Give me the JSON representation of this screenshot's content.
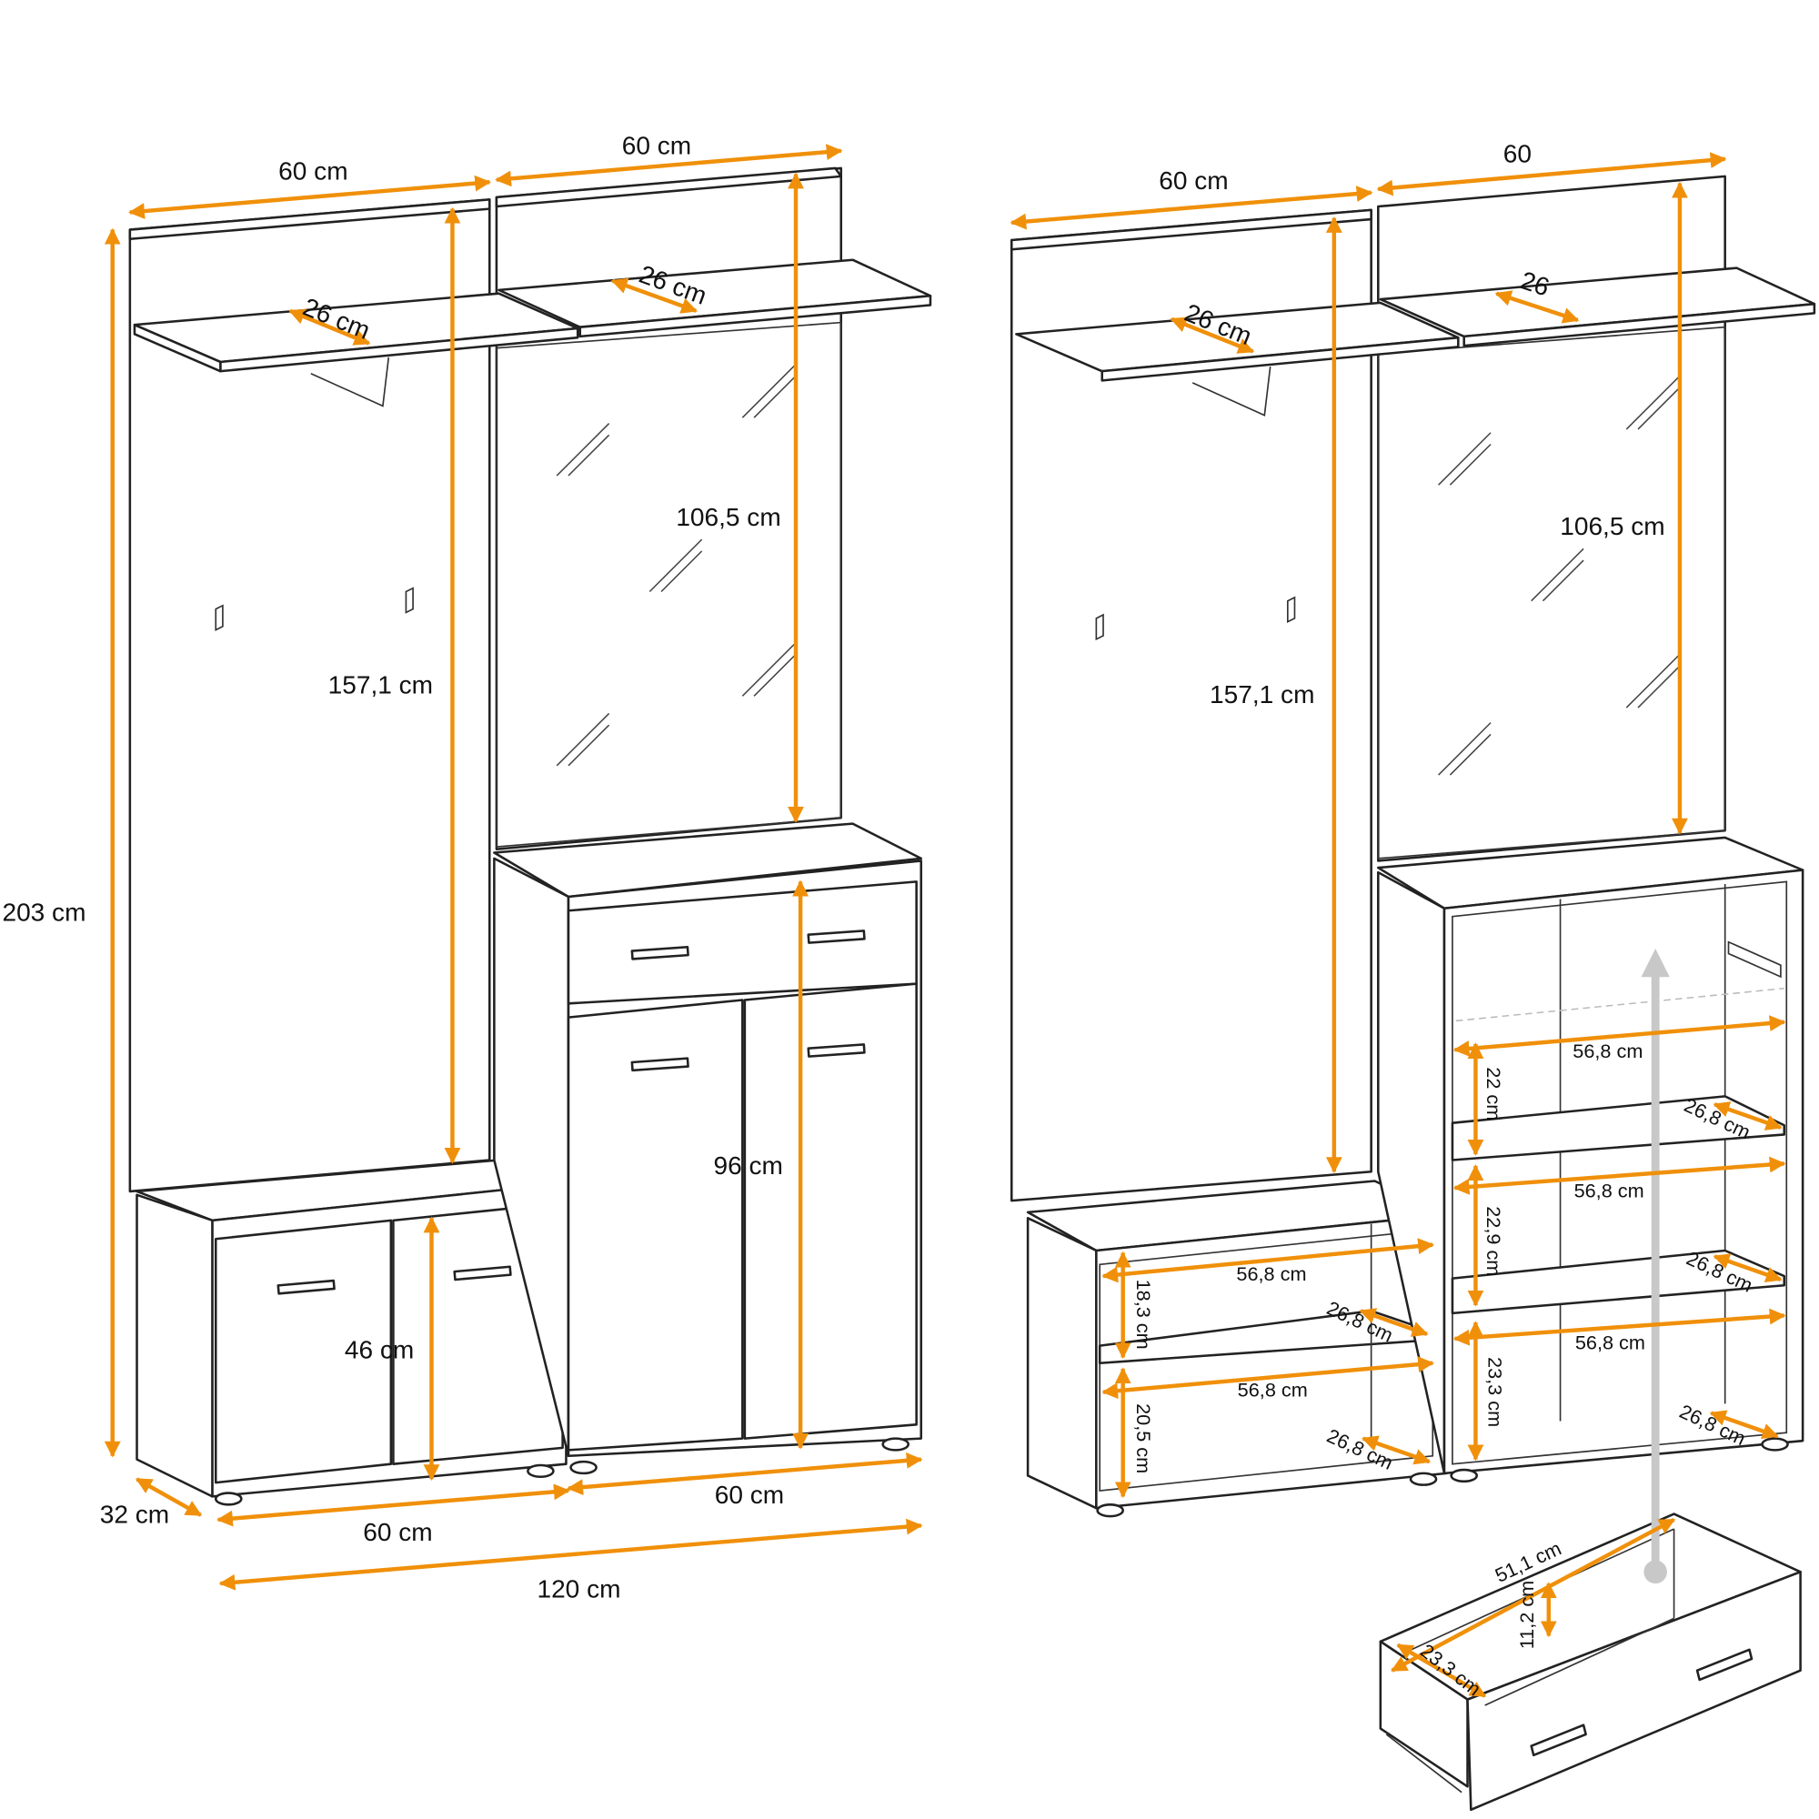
{
  "colors": {
    "dimension": "#f0900a",
    "outline": "#222222",
    "guide_arrow": "#c8c8c8"
  },
  "left_view": {
    "top_width_left": "60 cm",
    "top_width_right": "60 cm",
    "total_height": "203 cm",
    "shelf_depth_left": "26 cm",
    "shelf_depth_right": "26 cm",
    "panel_height": "157,1 cm",
    "mirror_height": "106,5 cm",
    "tall_cabinet_height": "96 cm",
    "bench_height": "46 cm",
    "depth": "32 cm",
    "bottom_width_left": "60 cm",
    "bottom_width_right": "60 cm",
    "total_width": "120 cm"
  },
  "right_view": {
    "top_width_left": "60 cm",
    "top_width_right": "60",
    "shelf_depth_left": "26 cm",
    "shelf_depth_right": "26",
    "panel_height": "157,1 cm",
    "mirror_height": "106,5 cm",
    "tall_cabinet": {
      "inner_width_1": "56,8 cm",
      "height_1": "22 cm",
      "depth_1": "26,8 cm",
      "inner_width_2": "56,8 cm",
      "height_2": "22,9 cm",
      "depth_2": "26,8 cm",
      "inner_width_3": "56,8 cm",
      "height_3": "23,3 cm",
      "depth_3": "26,8 cm"
    },
    "bench": {
      "inner_width_1": "56,8 cm",
      "height_1": "18,3 cm",
      "depth_1": "26,8 cm",
      "inner_width_2": "56,8 cm",
      "height_2": "20,5 cm",
      "depth_2": "26,8 cm"
    }
  },
  "drawer": {
    "width": "51,1 cm",
    "height": "11,2 cm",
    "depth": "23,3 cm"
  }
}
